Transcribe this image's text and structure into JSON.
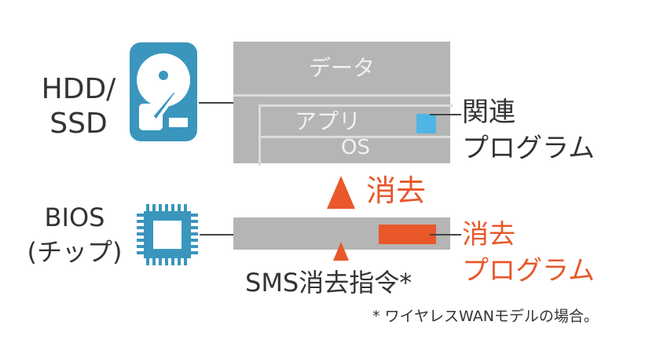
{
  "storage": {
    "label_line1": "HDD/",
    "label_line2": "SSD",
    "icon": "hard-drive-icon",
    "layers": {
      "data": "データ",
      "app": "アプリ",
      "os": "OS"
    },
    "related_program": {
      "line1": "関連",
      "line2": "プログラム"
    }
  },
  "bios": {
    "label_line1": "BIOS",
    "label_line2": "(チップ)",
    "icon": "chip-icon",
    "erase_program": {
      "line1": "消去",
      "line2": "プログラム"
    }
  },
  "erase_arrow_label": "消去",
  "sms_command": "SMS消去指令*",
  "footnote": "* ワイヤレスWANモデルの場合。",
  "colors": {
    "accent_orange": "#e8582a",
    "icon_blue": "#3a96bd",
    "related_blue": "#4eb5e6",
    "box_gray": "#b5b5b5"
  }
}
